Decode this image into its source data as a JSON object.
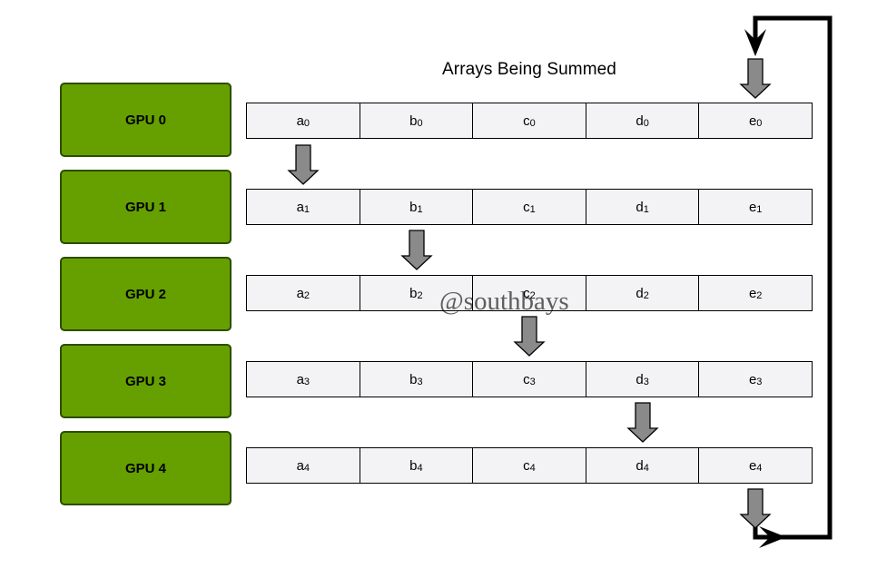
{
  "diagram": {
    "title": "Arrays Being Summed",
    "watermark": "@southbays",
    "gpus": [
      {
        "label": "GPU 0",
        "cells": [
          {
            "letter": "a",
            "index": "0"
          },
          {
            "letter": "b",
            "index": "0"
          },
          {
            "letter": "c",
            "index": "0"
          },
          {
            "letter": "d",
            "index": "0"
          },
          {
            "letter": "e",
            "index": "0"
          }
        ]
      },
      {
        "label": "GPU 1",
        "cells": [
          {
            "letter": "a",
            "index": "1"
          },
          {
            "letter": "b",
            "index": "1"
          },
          {
            "letter": "c",
            "index": "1"
          },
          {
            "letter": "d",
            "index": "1"
          },
          {
            "letter": "e",
            "index": "1"
          }
        ]
      },
      {
        "label": "GPU 2",
        "cells": [
          {
            "letter": "a",
            "index": "2"
          },
          {
            "letter": "b",
            "index": "2"
          },
          {
            "letter": "c",
            "index": "2"
          },
          {
            "letter": "d",
            "index": "2"
          },
          {
            "letter": "e",
            "index": "2"
          }
        ]
      },
      {
        "label": "GPU 3",
        "cells": [
          {
            "letter": "a",
            "index": "3"
          },
          {
            "letter": "b",
            "index": "3"
          },
          {
            "letter": "c",
            "index": "3"
          },
          {
            "letter": "d",
            "index": "3"
          },
          {
            "letter": "e",
            "index": "3"
          }
        ]
      },
      {
        "label": "GPU 4",
        "cells": [
          {
            "letter": "a",
            "index": "4"
          },
          {
            "letter": "b",
            "index": "4"
          },
          {
            "letter": "c",
            "index": "4"
          },
          {
            "letter": "d",
            "index": "4"
          },
          {
            "letter": "e",
            "index": "4"
          }
        ]
      }
    ],
    "colors": {
      "gpu_fill": "#65a000",
      "gpu_border": "#2d4d00",
      "cell_fill": "#f3f3f5",
      "arrow_fill": "#888888"
    }
  }
}
